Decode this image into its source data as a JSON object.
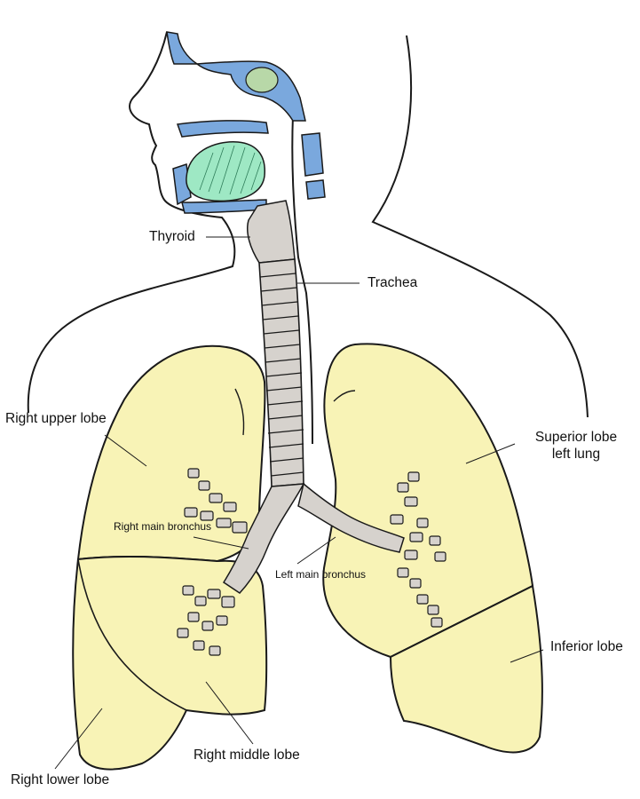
{
  "colors": {
    "lung_fill": "#f8f3b6",
    "bone_fill": "#d6d2cd",
    "bone_blue": "#7aa8dd",
    "tongue_green": "#9ee8c4",
    "outline": "#1a1a1a"
  },
  "labels": {
    "thyroid": "Thyroid",
    "trachea": "Trachea",
    "right_upper_lobe": "Right upper lobe",
    "superior_lobe_line1": "Superior lobe",
    "superior_lobe_line2": "left lung",
    "right_main_bronchus": "Right main bronchus",
    "left_main_bronchus": "Left main bronchus",
    "inferior_lobe": "Inferior lobe",
    "right_middle_lobe": "Right middle lobe",
    "right_lower_lobe": "Right lower lobe"
  }
}
